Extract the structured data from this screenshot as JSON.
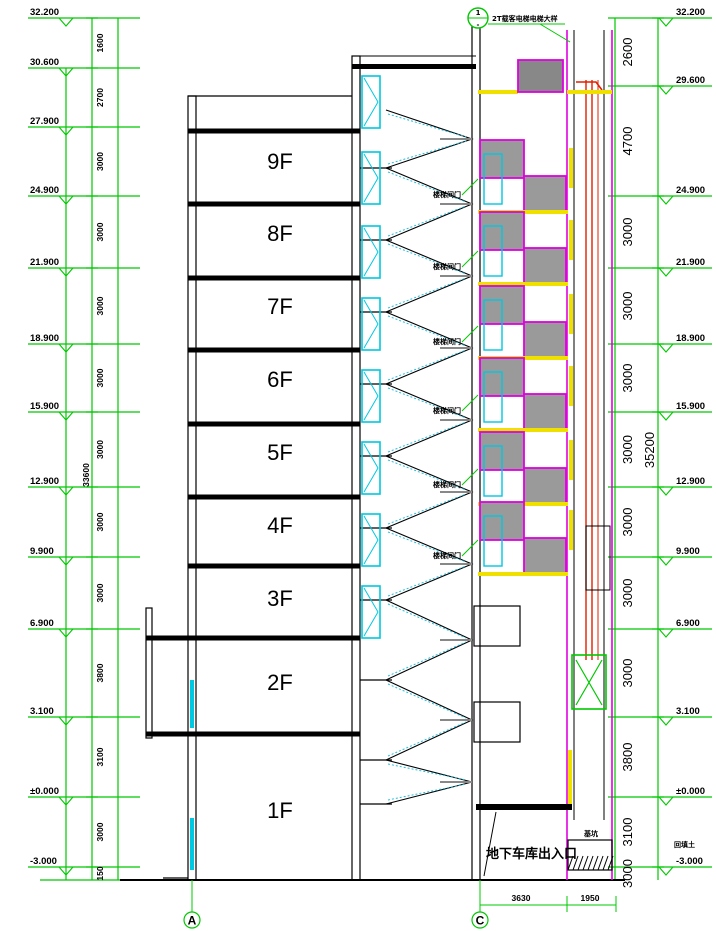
{
  "drawing": {
    "left_levels": [
      "32.200",
      "30.600",
      "27.900",
      "24.900",
      "21.900",
      "18.900",
      "15.900",
      "12.900",
      "9.900",
      "6.900",
      "3.100",
      "±0.000",
      "-3.000"
    ],
    "right_levels": [
      "32.200",
      "29.600",
      "24.900",
      "21.900",
      "18.900",
      "15.900",
      "12.900",
      "9.900",
      "6.900",
      "3.100",
      "±0.000",
      "-3.000"
    ],
    "left_segments": [
      "1600",
      "2700",
      "3000",
      "3000",
      "3000",
      "3000",
      "3000",
      "3000",
      "3000",
      "3800",
      "3100",
      "3000",
      "150"
    ],
    "left_total": "33600",
    "right_segments": [
      "2600",
      "4700",
      "3000",
      "3000",
      "3000",
      "3000",
      "3000",
      "3000",
      "3000",
      "3800",
      "3100",
      "3000"
    ],
    "right_total": "35200",
    "floors": [
      "9F",
      "8F",
      "7F",
      "6F",
      "5F",
      "4F",
      "3F",
      "2F",
      "1F"
    ],
    "grid_axes": [
      "A",
      "C"
    ],
    "bottom_dims": [
      "3630",
      "1950"
    ],
    "garage_label": "地下车库出入口",
    "callout_number": "1",
    "callout_sub": "-",
    "callout_text": "2T载客电梯电梯大样",
    "landing_label": "楼梯间门",
    "pit_label": "基坑",
    "fill_label": "回填土",
    "colors": {
      "dim_green": "#00c800",
      "cyan": "#00c8e0",
      "magenta": "#e000e0",
      "yellow": "#f0e000",
      "red": "#e02000",
      "stair": "#20c0e0"
    }
  }
}
